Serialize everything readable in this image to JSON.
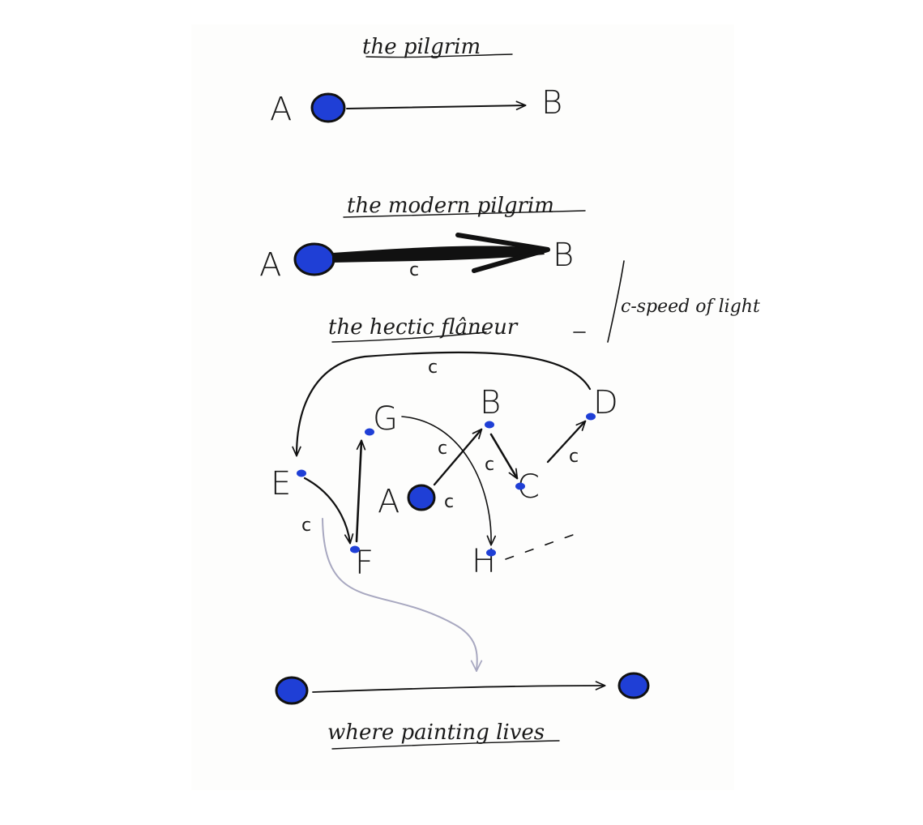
{
  "colors": {
    "ink": "#111111",
    "node_fill": "#1f3fd6",
    "faint_arrow": "#a8a8c0",
    "paper": "#fdfdfc"
  },
  "diagram": {
    "section_1": {
      "title": "the pilgrim",
      "nodes": [
        "A",
        "B"
      ]
    },
    "section_2": {
      "title": "the modern pilgrim",
      "nodes": [
        "A",
        "B"
      ],
      "edge_label": "c"
    },
    "section_3": {
      "title": "the hectic flâneur",
      "side_note": "c-speed of light",
      "nodes": [
        "A",
        "B",
        "C",
        "D",
        "E",
        "F",
        "G",
        "H"
      ],
      "edge_label": "c"
    },
    "section_4": {
      "caption": "where painting lives"
    }
  }
}
